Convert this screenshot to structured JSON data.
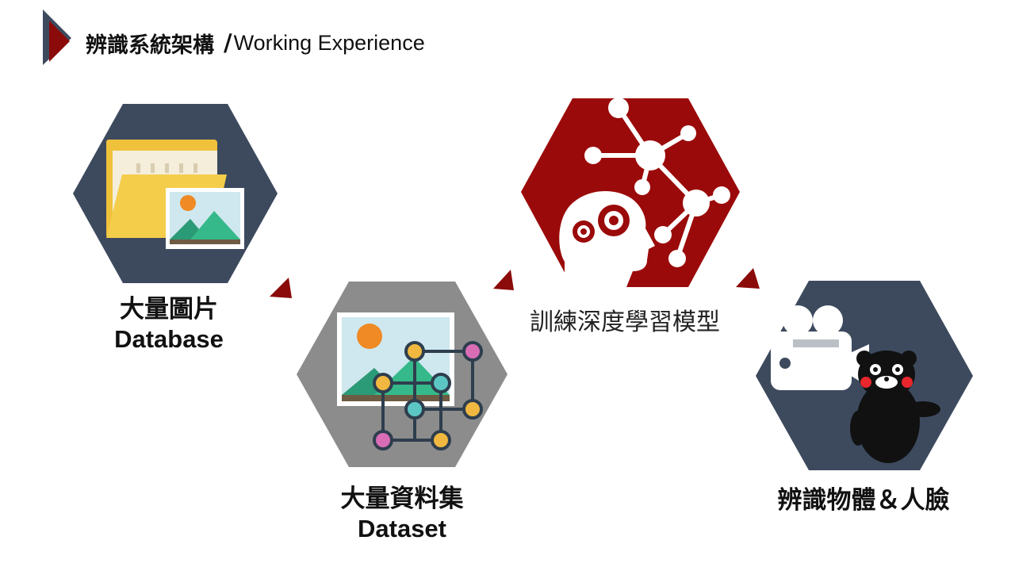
{
  "header": {
    "title_zh": "辨識系統架構",
    "title_slash": "/",
    "title_en": "Working Experience"
  },
  "steps": [
    {
      "label_zh": "大量圖片",
      "label_en": "Database",
      "icon": "folder-image-icon",
      "bg_color": "#3d4a5e"
    },
    {
      "label_zh": "大量資料集",
      "label_en": "Dataset",
      "icon": "image-node-graph-icon",
      "bg_color": "#8c8c8c"
    },
    {
      "label_zh": "訓練深度學習模型",
      "icon": "brain-network-icon",
      "bg_color": "#9b0a0a"
    },
    {
      "label_zh": "辨識物體＆人臉",
      "icon": "camera-bear-icon",
      "bg_color": "#3d4a5e"
    }
  ],
  "colors": {
    "accent": "#8b0a0a",
    "navy": "#3d4a5e",
    "grey": "#8c8c8c"
  }
}
